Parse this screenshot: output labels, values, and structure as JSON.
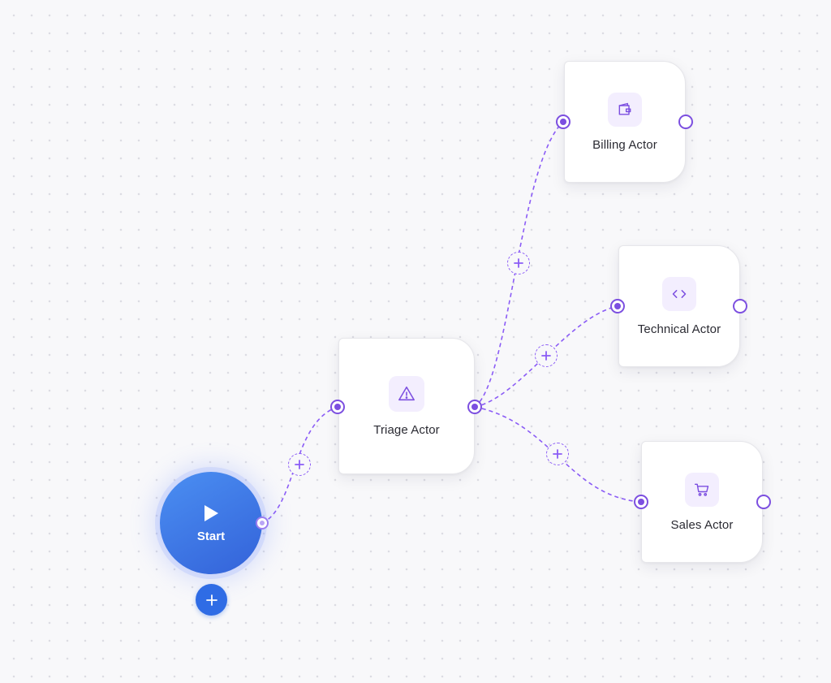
{
  "start": {
    "label": "Start",
    "color_from": "#4b8ff2",
    "color_to": "#3362d9",
    "add_icon": "plus-icon",
    "icon": "play-icon"
  },
  "actors": [
    {
      "id": "triage",
      "label": "Triage Actor",
      "icon": "alert-triangle-icon"
    },
    {
      "id": "billing",
      "label": "Billing Actor",
      "icon": "wallet-icon"
    },
    {
      "id": "technical",
      "label": "Technical Actor",
      "icon": "code-icon"
    },
    {
      "id": "sales",
      "label": "Sales Actor",
      "icon": "shopping-cart-icon"
    }
  ],
  "connections": [
    {
      "from": "start",
      "to": "triage",
      "add_icon": "plus-icon"
    },
    {
      "from": "triage",
      "to": "billing",
      "add_icon": "plus-icon"
    },
    {
      "from": "triage",
      "to": "technical",
      "add_icon": "plus-icon"
    },
    {
      "from": "triage",
      "to": "sales",
      "add_icon": "plus-icon"
    }
  ],
  "colors": {
    "accent": "#8b5cf6",
    "port": "#7c4fe0",
    "icon_bg": "#f3eefe",
    "canvas_bg": "#f8f8fa",
    "start_add_button": "#2f6ce5"
  }
}
